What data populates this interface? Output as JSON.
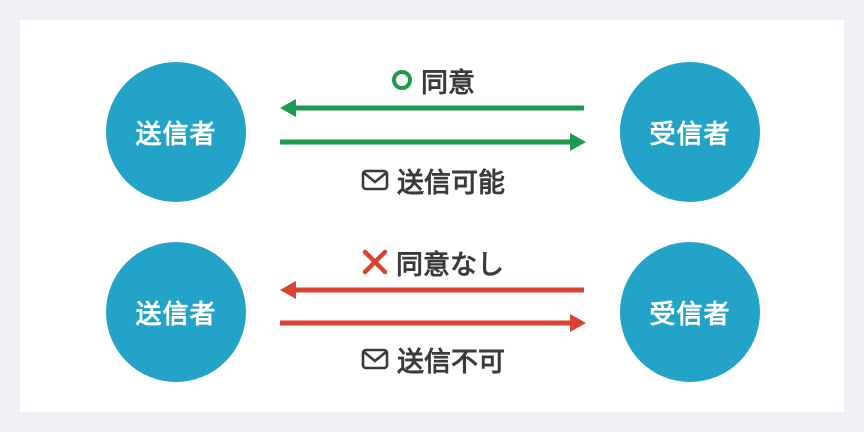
{
  "colors": {
    "circle": "#22a3c7",
    "agree": "#1e9a4f",
    "disagree": "#d9432f",
    "text": "#3a3a3a"
  },
  "rows": [
    {
      "sender": "送信者",
      "receiver": "受信者",
      "consent_icon": "circle-icon",
      "consent_label": "同意",
      "result_icon": "envelope-icon",
      "result_label": "送信可能"
    },
    {
      "sender": "送信者",
      "receiver": "受信者",
      "consent_icon": "cross-icon",
      "consent_label": "同意なし",
      "result_icon": "envelope-icon",
      "result_label": "送信不可"
    }
  ]
}
